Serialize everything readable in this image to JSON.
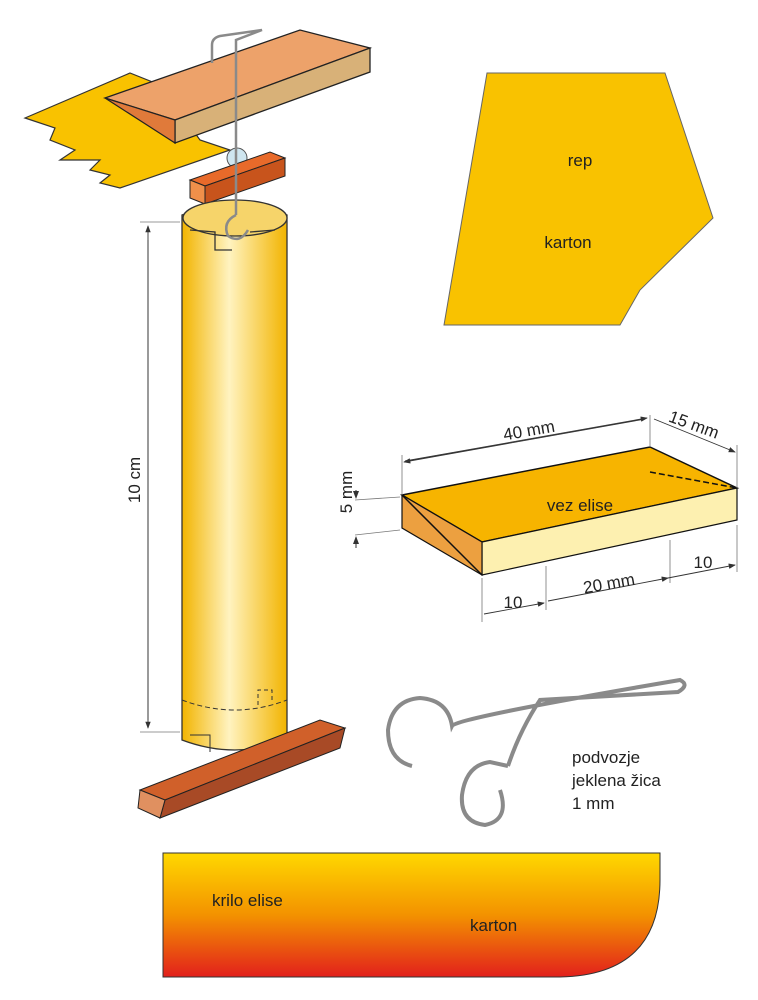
{
  "colors": {
    "card": "#f9c200",
    "wood": "#e8985a",
    "wood_dark": "#c6561f",
    "tube": "#f5c518",
    "wire": "#8a8a8a",
    "wing_top": "#f9d200",
    "wing_bottom": "#e01b1b"
  },
  "tail": {
    "label1": "rep",
    "label2": "karton"
  },
  "tube": {
    "length_label": "10 cm"
  },
  "hub": {
    "name": "vez elise",
    "length": "40 mm",
    "width": "15 mm",
    "height": "5 mm",
    "seg1": "10",
    "seg2": "20 mm",
    "seg3": "10"
  },
  "landing_gear": {
    "line1": "podvozje",
    "line2": "jeklena žica",
    "line3": "1 mm"
  },
  "wing": {
    "label1": "krilo elise",
    "label2": "karton"
  }
}
